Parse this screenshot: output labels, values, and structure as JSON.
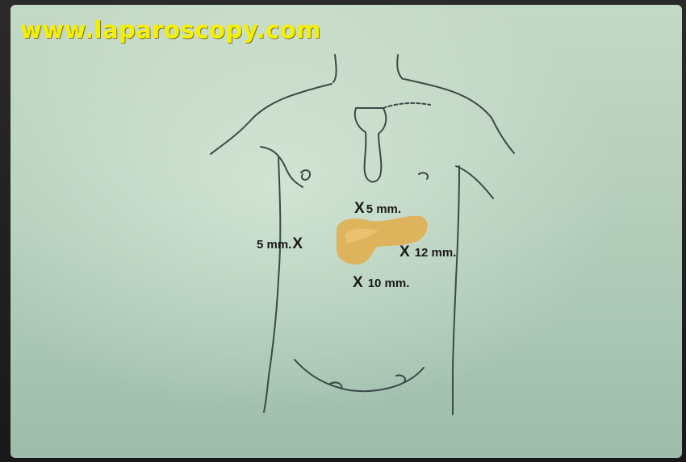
{
  "watermark": "www.laparoscopy.com",
  "ports": {
    "upper": {
      "marker": "X",
      "size": "5 mm."
    },
    "left": {
      "marker": "X",
      "size": "5 mm."
    },
    "right": {
      "marker": "X",
      "size": "12 mm."
    },
    "lower": {
      "marker": "X",
      "size": "10 mm."
    }
  },
  "colors": {
    "slide_background": "#b9d0be",
    "watermark": "#f4f000",
    "organ": "#e0b052",
    "outline": "#3a4a46"
  }
}
